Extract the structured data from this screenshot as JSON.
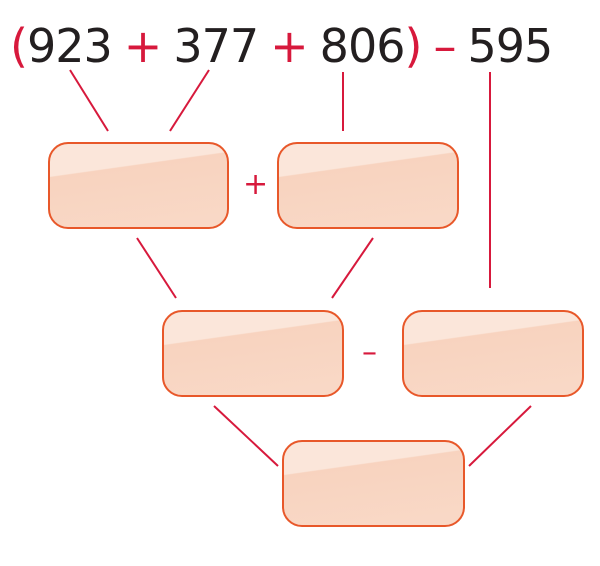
{
  "expression": {
    "open_paren": "(",
    "n1": "923",
    "op1": "+",
    "n2": "377",
    "op2": "+",
    "n3": "806",
    "close_paren": ")",
    "op3": "–",
    "n4": "595"
  },
  "operators": {
    "plus": "+",
    "minus": "–"
  },
  "colors": {
    "accent_red": "#d7193c",
    "box_border": "#e8582a",
    "box_fill": "#f9d9c7",
    "text": "#231f20"
  }
}
